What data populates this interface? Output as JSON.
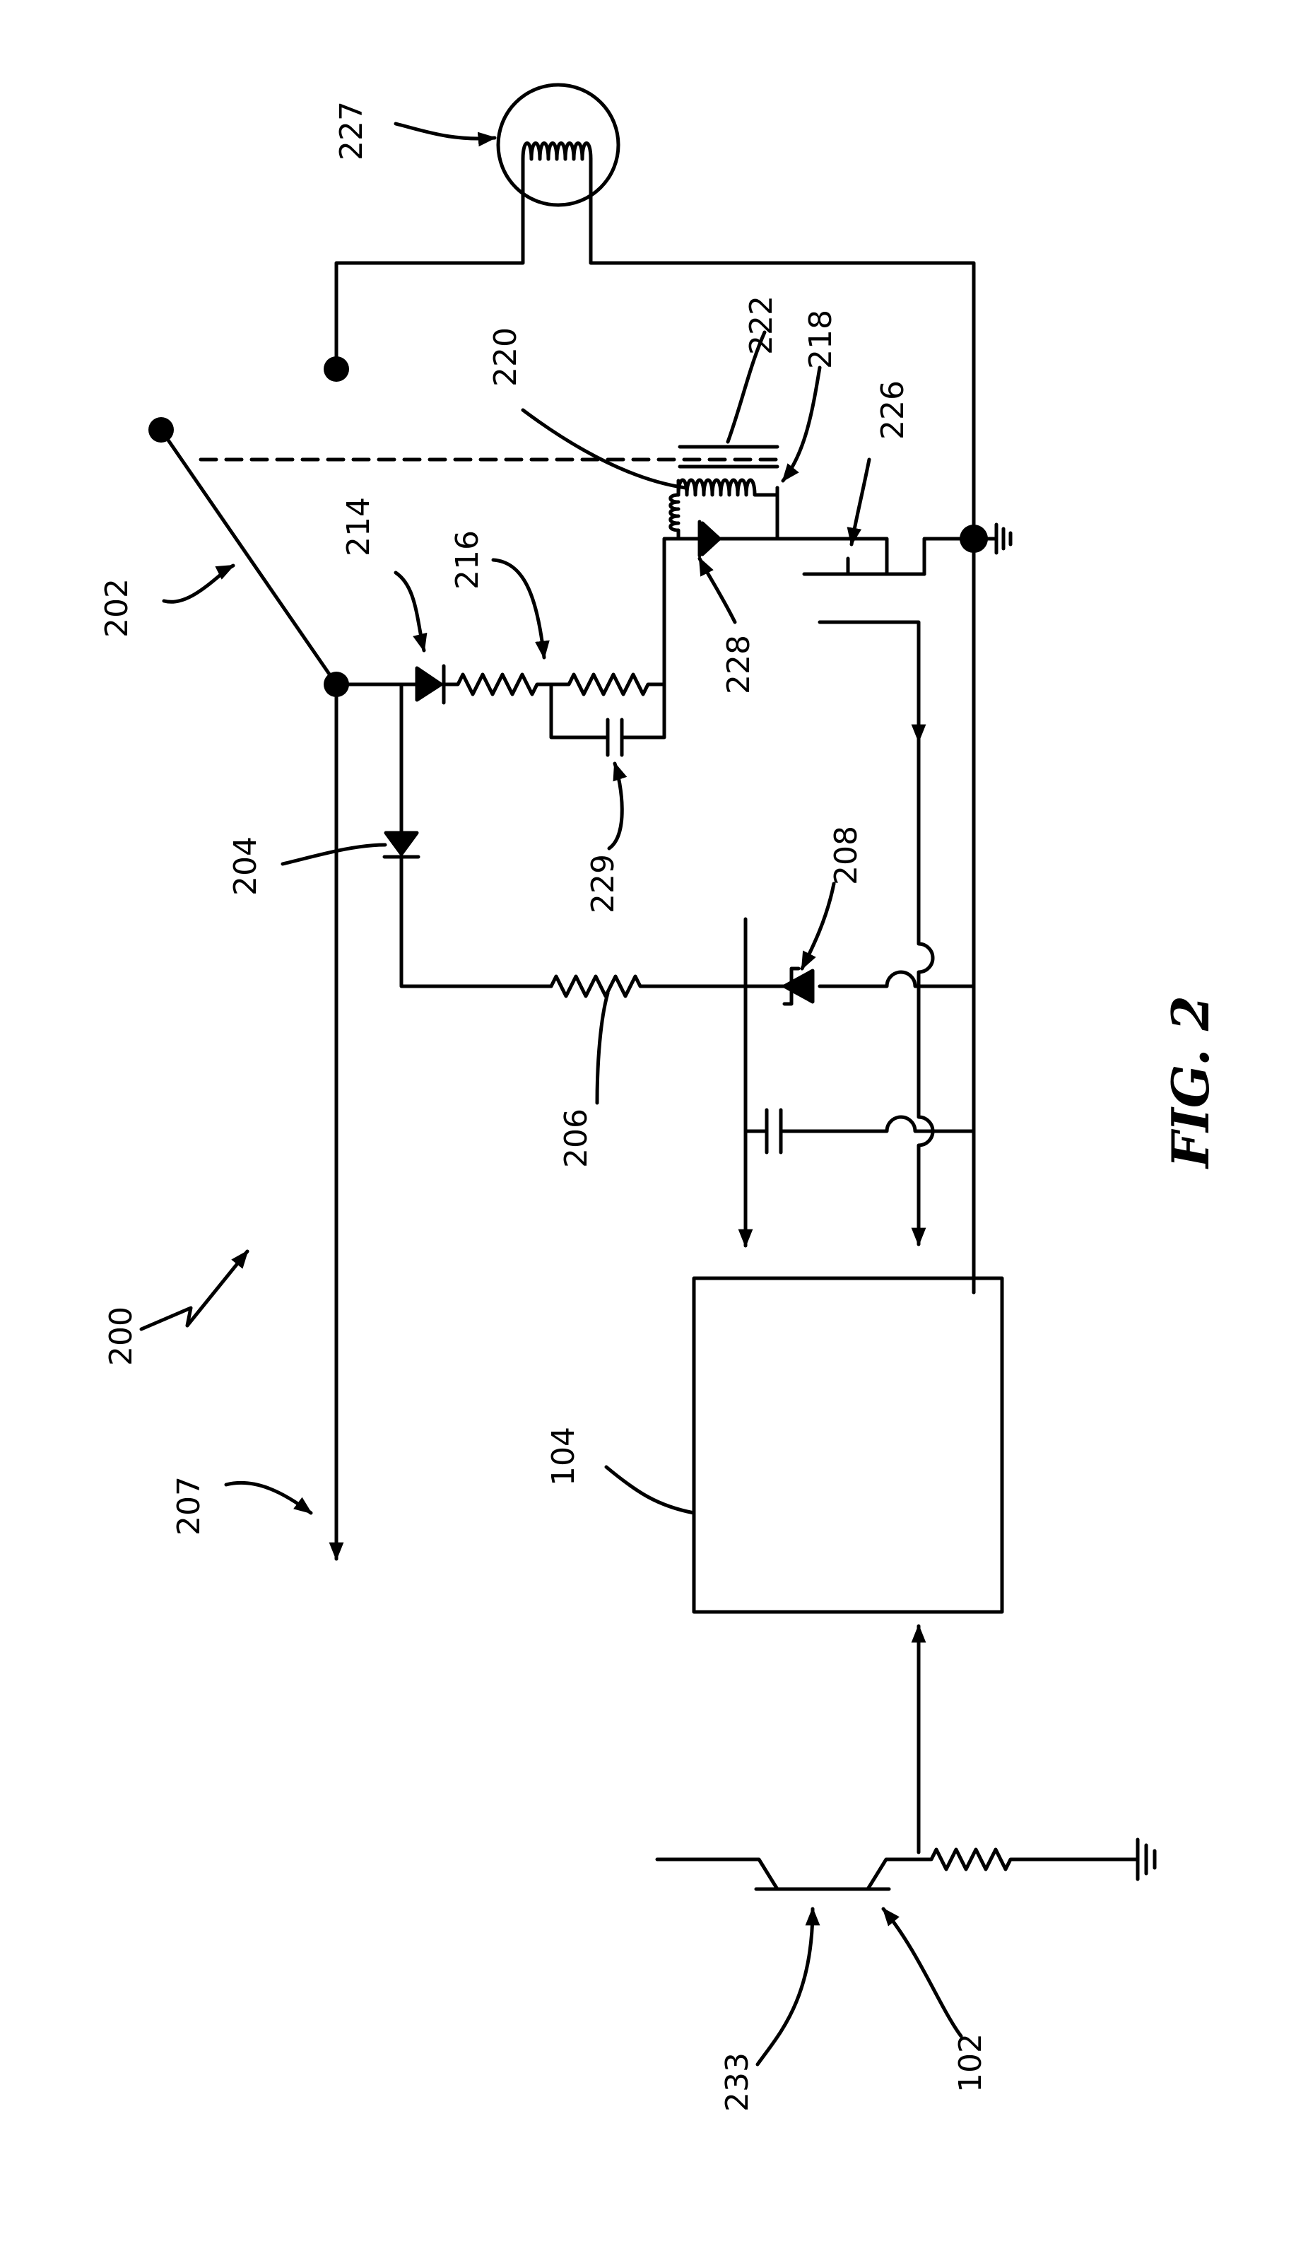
{
  "figure": {
    "caption": "FIG. 2",
    "labels": {
      "l200": "200",
      "l207": "207",
      "l202": "202",
      "l204": "204",
      "l206": "206",
      "l214": "214",
      "l216": "216",
      "l229": "229",
      "l220": "220",
      "l222": "222",
      "l218": "218",
      "l226": "226",
      "l228": "228",
      "l208": "208",
      "l227": "227",
      "l104": "104",
      "l233": "233",
      "l102": "102"
    }
  }
}
